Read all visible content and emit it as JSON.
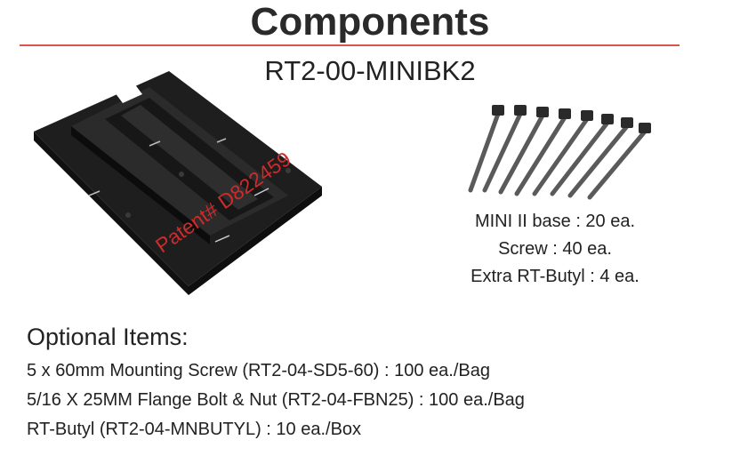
{
  "header": {
    "title": "Components",
    "part_number": "RT2-00-MINIBK2",
    "rule_color": "#d9534f"
  },
  "images": {
    "base": {
      "icon": "mini-ii-base-icon",
      "patent_label": "Patent# D822459"
    },
    "screws": {
      "icon": "screw-bundle-icon"
    }
  },
  "contents": {
    "items": [
      "MINI II base : 20 ea.",
      "Screw : 40 ea.",
      "Extra RT-Butyl : 4 ea."
    ]
  },
  "optional": {
    "heading": "Optional Items:",
    "items": [
      "5 x 60mm Mounting Screw (RT2-04-SD5-60) : 100 ea./Bag",
      "5/16 X 25MM Flange Bolt & Nut (RT2-04-FBN25) : 100 ea./Bag",
      "RT-Butyl (RT2-04-MNBUTYL) : 10 ea./Box"
    ]
  },
  "colors": {
    "patent_text": "#d02a2a",
    "text": "#222222"
  }
}
